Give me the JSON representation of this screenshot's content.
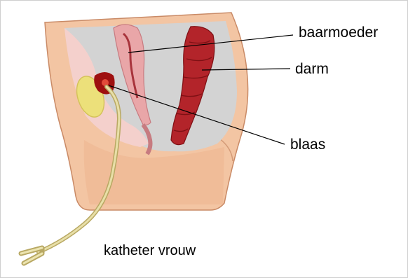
{
  "labels": {
    "uterus": "baarmoeder",
    "bowel": "darm",
    "bladder": "blaas",
    "caption": "katheter vrouw"
  },
  "colors": {
    "skin": "#f3c5a3",
    "skin_shadow": "#e3a983",
    "cavity_grey": "#d3d3d3",
    "soft_tissue_pink": "#f4d0cc",
    "uterus_pink": "#e9a6a8",
    "bowel_red": "#b3242a",
    "bladder_red": "#9e1010",
    "bone_yellow": "#ece07a",
    "catheter_tan": "#e3d9a0",
    "leader_line": "#000000"
  }
}
